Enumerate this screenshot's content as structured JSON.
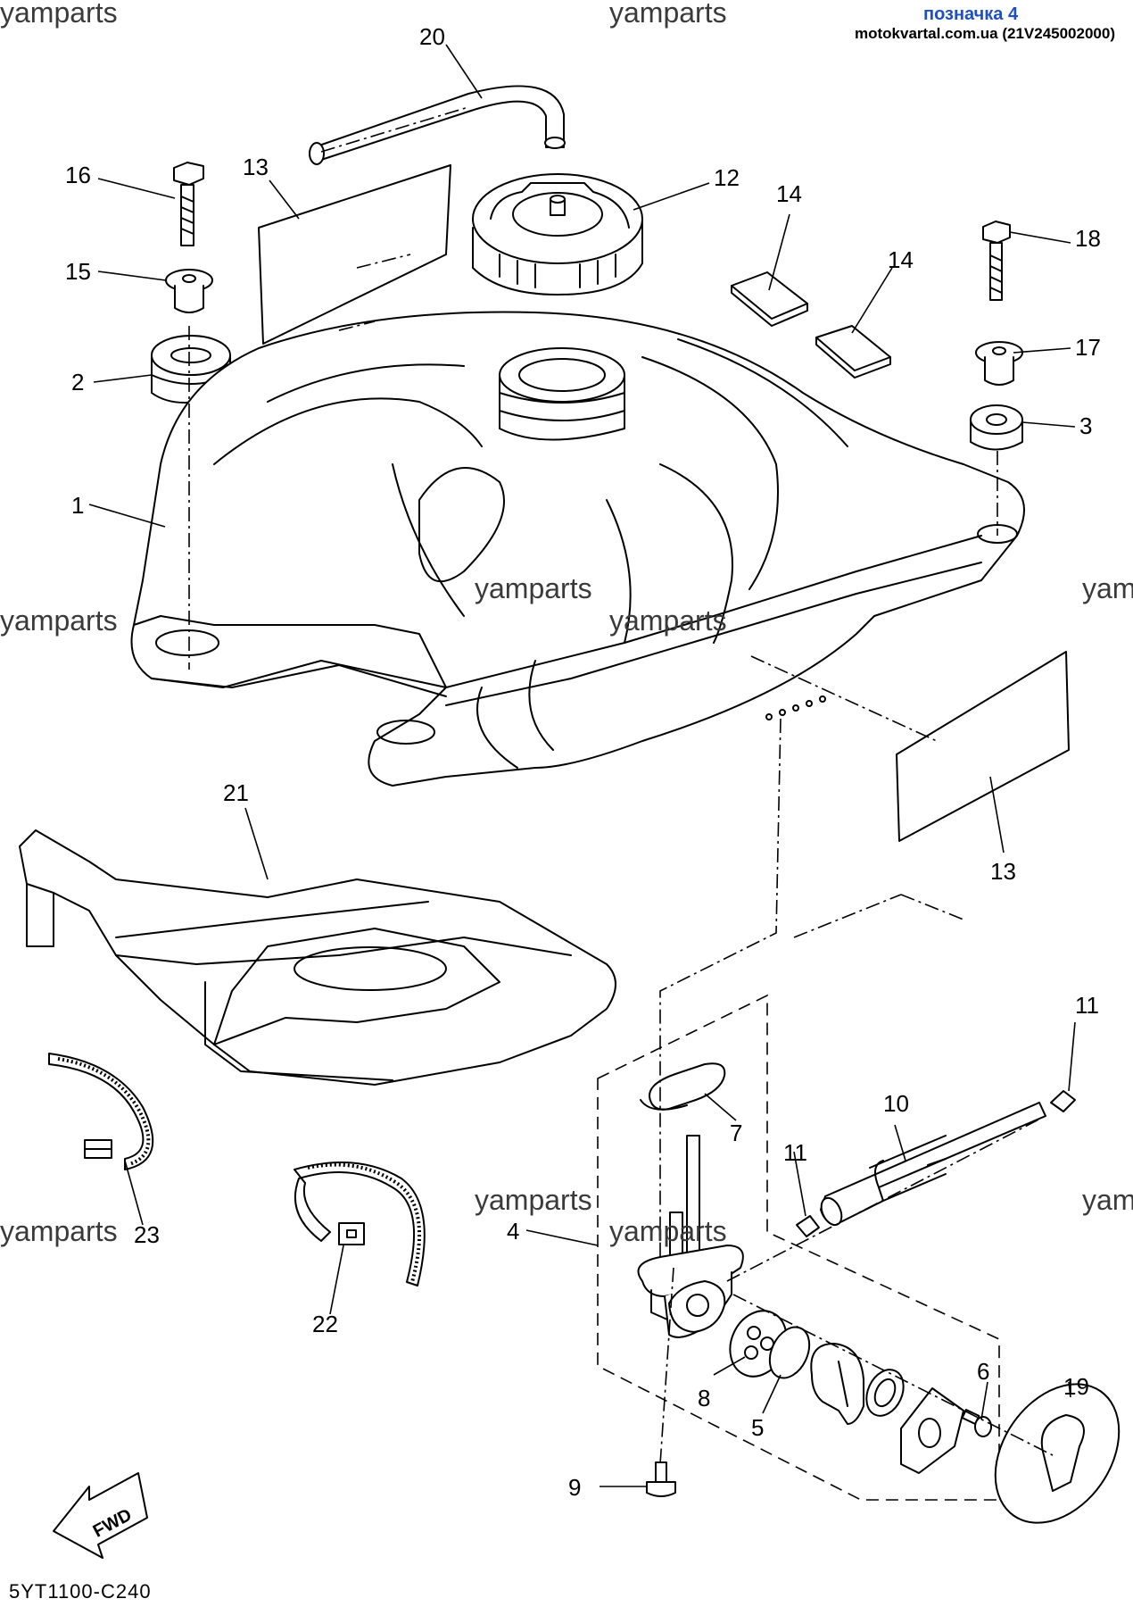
{
  "header": {
    "marker": "позначка 4",
    "source": "motokvartal.com.ua (21V245002000)"
  },
  "watermark": "yamparts",
  "watermark_partial": "yam",
  "figure_code": "5YT1100-C240",
  "fwd_label": "FWD",
  "callouts": [
    {
      "id": "20",
      "text": "20"
    },
    {
      "id": "16",
      "text": "16"
    },
    {
      "id": "13a",
      "text": "13"
    },
    {
      "id": "12",
      "text": "12"
    },
    {
      "id": "14a",
      "text": "14"
    },
    {
      "id": "14b",
      "text": "14"
    },
    {
      "id": "18",
      "text": "18"
    },
    {
      "id": "15",
      "text": "15"
    },
    {
      "id": "17",
      "text": "17"
    },
    {
      "id": "2",
      "text": "2"
    },
    {
      "id": "3",
      "text": "3"
    },
    {
      "id": "1",
      "text": "1"
    },
    {
      "id": "21",
      "text": "21"
    },
    {
      "id": "13b",
      "text": "13"
    },
    {
      "id": "11a",
      "text": "11"
    },
    {
      "id": "10",
      "text": "10"
    },
    {
      "id": "7",
      "text": "7"
    },
    {
      "id": "11b",
      "text": "11"
    },
    {
      "id": "23",
      "text": "23"
    },
    {
      "id": "4",
      "text": "4"
    },
    {
      "id": "22",
      "text": "22"
    },
    {
      "id": "6",
      "text": "6"
    },
    {
      "id": "19",
      "text": "19"
    },
    {
      "id": "8",
      "text": "8"
    },
    {
      "id": "5",
      "text": "5"
    },
    {
      "id": "9",
      "text": "9"
    }
  ]
}
